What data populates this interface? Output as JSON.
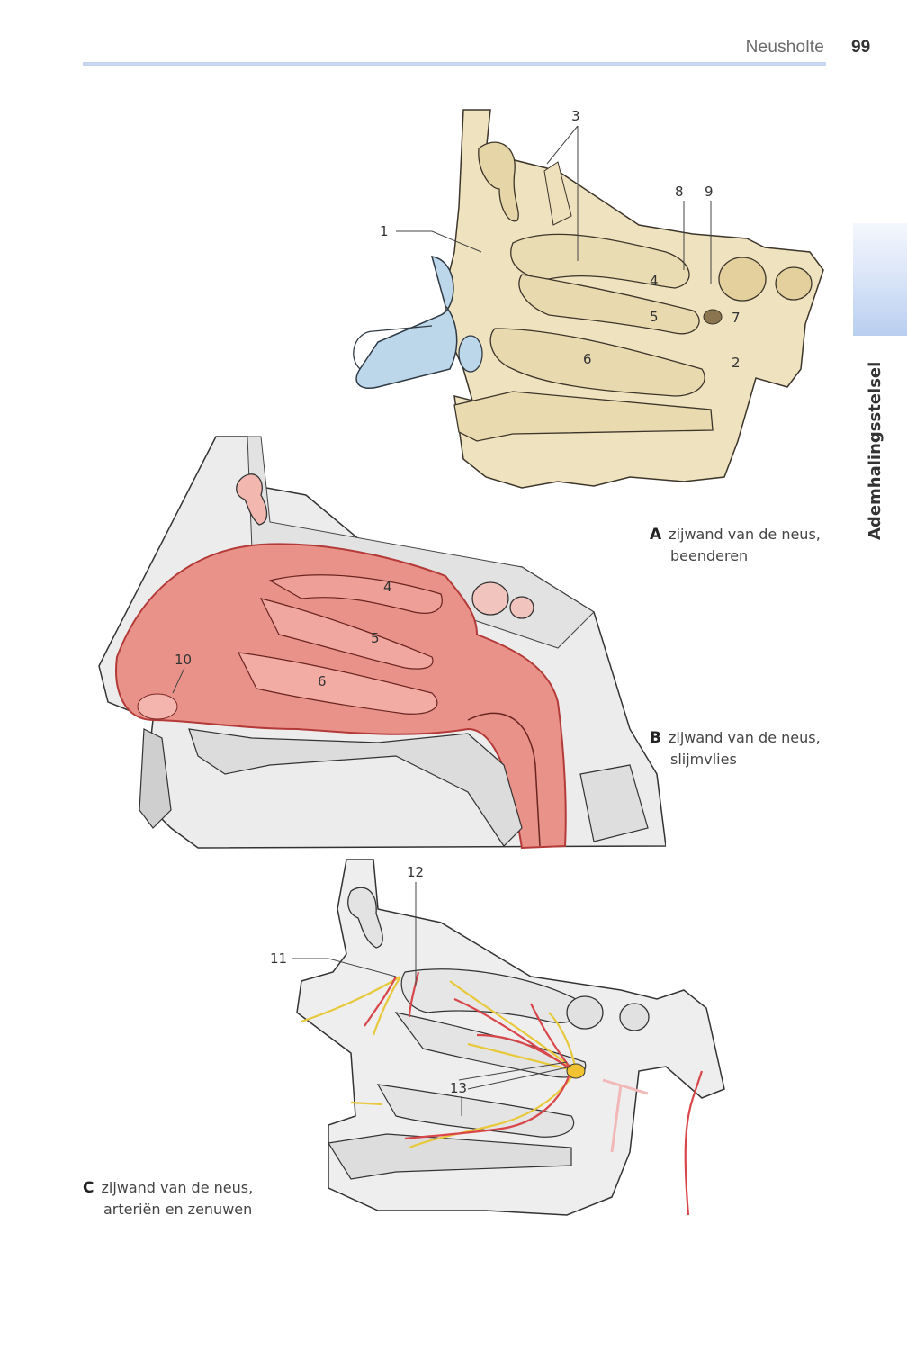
{
  "header": {
    "running_title": "Neusholte",
    "page_number": "99",
    "rule_color": "#c6d6f2"
  },
  "side_tab": {
    "label": "Ademhalingsstelsel",
    "gradient_colors": [
      "#f4f7fd",
      "#b9cff0"
    ]
  },
  "figures": [
    {
      "id": "A",
      "letter": "A",
      "caption_line1": "zijwand van de neus,",
      "caption_line2": "beenderen",
      "bone_color": "#efe2bf",
      "cartilage_color": "#bcd6ea",
      "labels": [
        "1",
        "2",
        "3",
        "4",
        "5",
        "6",
        "7",
        "8",
        "9"
      ]
    },
    {
      "id": "B",
      "letter": "B",
      "caption_line1": "zijwand van de neus,",
      "caption_line2": "slijmvlies",
      "mucosa_color": "#e9928a",
      "labels": [
        "4",
        "5",
        "6",
        "10"
      ]
    },
    {
      "id": "C",
      "letter": "C",
      "caption_line1": "zijwand van de neus,",
      "caption_line2": "arteriën en zenuwen",
      "artery_color": "#d9464a",
      "nerve_color": "#e8c93c",
      "labels": [
        "11",
        "12",
        "13"
      ]
    }
  ]
}
